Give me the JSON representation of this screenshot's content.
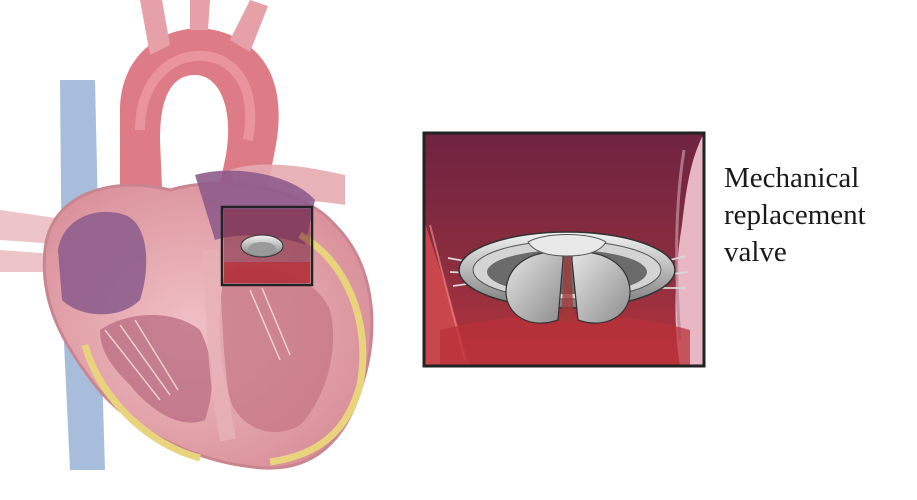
{
  "diagram": {
    "caption_lines": [
      "Mechanical",
      "replacement",
      "valve"
    ],
    "colors": {
      "heart_muscle": "#e4a4ab",
      "heart_wall_dark": "#c86a76",
      "chamber_purple": "#8b5a88",
      "aorta_red": "#d9757f",
      "vein_blue": "#8ea9cf",
      "fat_band_yellow": "#e8d27a",
      "valve_metal": "#b7b7b7",
      "inset_background": "#7c2b3e",
      "inset_red": "#c0323a",
      "frame": "#222222"
    },
    "icons": [
      "heart-illustration",
      "mechanical-valve-icon"
    ]
  }
}
